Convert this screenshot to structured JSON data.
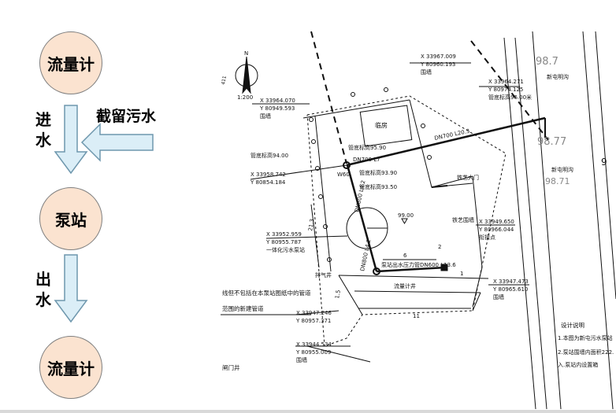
{
  "flow": {
    "top_node": "流量计",
    "middle_node": "泵站",
    "bottom_node": "流量计",
    "inflow_label": [
      "进",
      "水"
    ],
    "outflow_label": [
      "出",
      "水"
    ],
    "intercept_label": "截留污水"
  },
  "plan": {
    "north": "N",
    "scale": "1:200",
    "coords": [
      {
        "x": "X  33967.009",
        "y": "Y  80960.193",
        "note": "围墙"
      },
      {
        "x": "X  33964.070",
        "y": "Y  80949.593",
        "note": "围墙"
      },
      {
        "x": "X  33964.271",
        "y": "Y  80974.125",
        "note": "管底标高96.00米"
      },
      {
        "x": "X  33958.742",
        "y": "Y  80854.184",
        "note": ""
      },
      {
        "x": "X  33952.959",
        "y": "Y  80955.787",
        "note": "一体化污水泵站"
      },
      {
        "x": "X  33949.650",
        "y": "Y  80966.044",
        "note": "衔接点"
      },
      {
        "x": "X  33947.473",
        "y": "Y  80965.610",
        "note": "围墙"
      },
      {
        "x": "X  33947.246",
        "y": "Y  80957.371",
        "note": ""
      },
      {
        "x": "X  33944.534",
        "y": "Y  80955.009",
        "note": "围墙"
      }
    ],
    "labels": {
      "elev_1": "管底标高95.90",
      "elev_2": "管底标高94.00",
      "elev_3": "管底标高93.90",
      "elev_4": "管底标高93.50",
      "pipe_top": "DN700  L7",
      "pipe_right": "DN700  L20.3",
      "pipe_left": "DN800 L4.2",
      "pipe_left2": "DN800 L4.2",
      "pipe_out": "泵站出水压力管DN600   L13.6",
      "w60": "W60",
      "level": "99.00",
      "gate": "铁艺大门",
      "fence": "铁艺围墙",
      "building": "临房",
      "meter_well": "流量计井",
      "vent_well": "排气井",
      "dim_6": "6",
      "dim_2": "2",
      "dim_1": "1",
      "dim_11": "11",
      "dim_213": "21.3",
      "dim_15": "1.5",
      "road_top": "新屯明沟",
      "road_mid": "新屯明沟",
      "elev_big1": "98.7",
      "elev_big2": "98.77",
      "elev_big3": "98.71",
      "note_1": "线但不包括在本泵站图纸中的管道",
      "note_2": "范围的新建管道",
      "note_3": "闸门井",
      "design_title": "设计说明",
      "design_1": "1.本图为新屯污水泵站",
      "design_2": "2.泵站围墙内面积222.",
      "design_3": "入.泵站内设置箱",
      "num_9": "9",
      "num_411": "411"
    }
  }
}
